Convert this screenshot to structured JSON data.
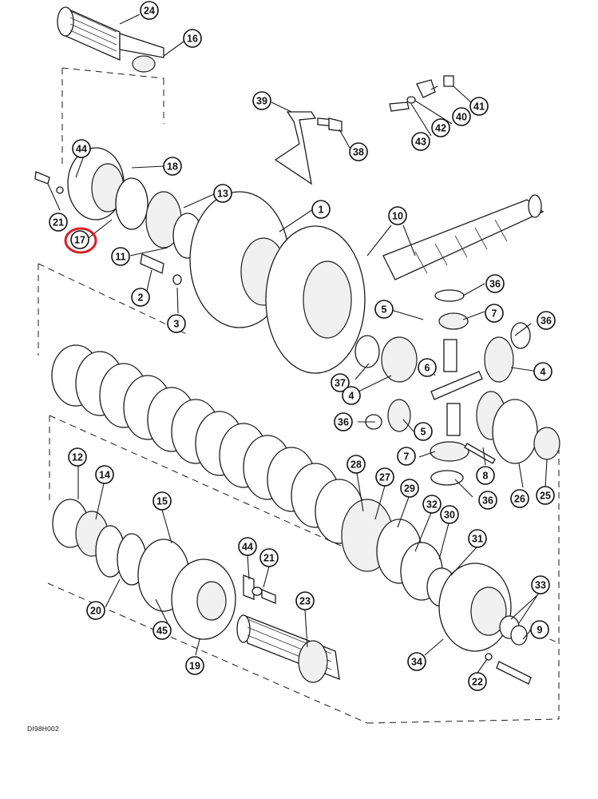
{
  "document_code": "DI98H002",
  "highlight_color": "#d81f26",
  "highlighted_callout": "17",
  "callouts": [
    {
      "label": "24"
    },
    {
      "label": "16"
    },
    {
      "label": "39"
    },
    {
      "label": "38"
    },
    {
      "label": "40"
    },
    {
      "label": "41"
    },
    {
      "label": "42"
    },
    {
      "label": "43"
    },
    {
      "label": "44"
    },
    {
      "label": "18"
    },
    {
      "label": "13"
    },
    {
      "label": "1"
    },
    {
      "label": "10"
    },
    {
      "label": "21"
    },
    {
      "label": "17"
    },
    {
      "label": "11"
    },
    {
      "label": "2"
    },
    {
      "label": "3"
    },
    {
      "label": "36"
    },
    {
      "label": "5"
    },
    {
      "label": "7"
    },
    {
      "label": "36"
    },
    {
      "label": "37"
    },
    {
      "label": "4"
    },
    {
      "label": "6"
    },
    {
      "label": "4"
    },
    {
      "label": "36"
    },
    {
      "label": "5"
    },
    {
      "label": "7"
    },
    {
      "label": "8"
    },
    {
      "label": "36"
    },
    {
      "label": "26"
    },
    {
      "label": "25"
    },
    {
      "label": "12"
    },
    {
      "label": "14"
    },
    {
      "label": "15"
    },
    {
      "label": "28"
    },
    {
      "label": "27"
    },
    {
      "label": "29"
    },
    {
      "label": "32"
    },
    {
      "label": "30"
    },
    {
      "label": "31"
    },
    {
      "label": "44"
    },
    {
      "label": "21"
    },
    {
      "label": "23"
    },
    {
      "label": "20"
    },
    {
      "label": "45"
    },
    {
      "label": "19"
    },
    {
      "label": "33"
    },
    {
      "label": "9"
    },
    {
      "label": "34"
    },
    {
      "label": "22"
    }
  ]
}
